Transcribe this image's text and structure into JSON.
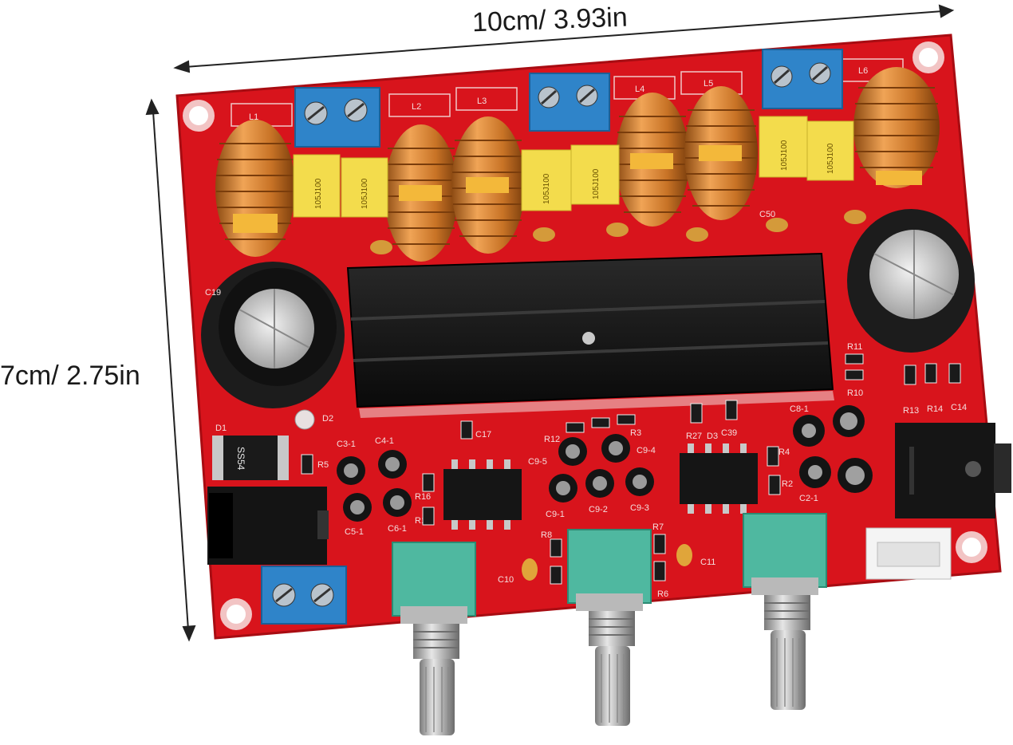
{
  "dimensions": {
    "width_label": "10cm/ 3.93in",
    "height_label": "7cm/ 2.75in"
  },
  "board": {
    "inductors": [
      "L1",
      "L2",
      "L3",
      "L4",
      "L5",
      "L6"
    ],
    "capacitor_marking": "105J100",
    "electrolytic_left": "C19",
    "diode": "D1",
    "diode_marking": "SS54",
    "led": "D2",
    "silkscreen": {
      "r5": "R5",
      "c3": "C3-1",
      "c4": "C4-1",
      "c5": "C5-1",
      "c6": "C6-1",
      "r16": "R16",
      "r15": "R15",
      "c17": "C17",
      "r12": "R12",
      "r3": "R3",
      "c9_5": "C9-5",
      "c9_4": "C9-4",
      "c9_1": "C9-1",
      "c9_2": "C9-2",
      "c9_3": "C9-3",
      "r8": "R8",
      "r7": "R7",
      "c10": "C10",
      "c11": "C11",
      "r6": "R6",
      "r27": "R27",
      "d3": "D3",
      "c39": "C39",
      "r4": "R4",
      "r2": "R2",
      "c8": "C8-1",
      "c2": "C2-1",
      "r10": "R10",
      "r11": "R11",
      "r13": "R13",
      "r14": "R14",
      "c14": "C14",
      "c50": "C50"
    }
  },
  "colors": {
    "pcb": "#d8141c",
    "pcb_dark": "#a80c12",
    "copper": "#d2812f",
    "terminal_blue": "#2f84c9",
    "film_cap_yellow": "#f3dc4c",
    "heatsink": "#161616",
    "potentiometer": "#4fb8a0"
  }
}
